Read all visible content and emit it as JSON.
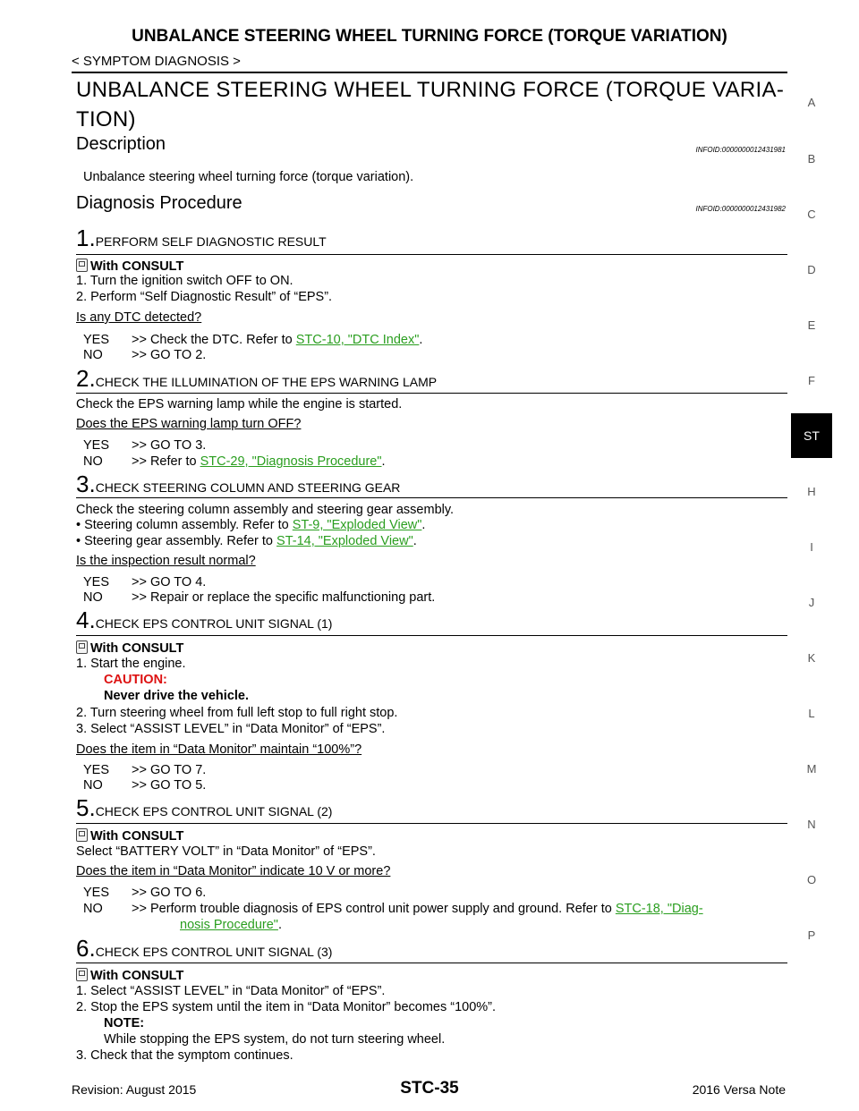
{
  "header": {
    "title": "UNBALANCE STEERING WHEEL TURNING FORCE (TORQUE VARIATION)",
    "breadcrumb": "< SYMPTOM DIAGNOSIS >"
  },
  "page_title_line1": "UNBALANCE STEERING WHEEL TURNING FORCE (TORQUE VARIA-",
  "page_title_line2": "TION)",
  "description": {
    "heading": "Description",
    "infoid": "INFOID:0000000012431981",
    "text": "Unbalance steering wheel turning force (torque variation)."
  },
  "procedure": {
    "heading": "Diagnosis Procedure",
    "infoid": "INFOID:0000000012431982"
  },
  "steps": {
    "s1": {
      "num": "1.",
      "title": "PERFORM SELF DIAGNOSTIC RESULT",
      "consult": "With CONSULT",
      "l1": "1.   Turn the ignition switch OFF to ON.",
      "l2": "2.   Perform “Self Diagnostic Result” of “EPS”.",
      "question": "Is any DTC detected?",
      "yes_lbl": "YES",
      "yes_text": ">> Check the DTC. Refer to ",
      "yes_link": "STC-10, \"DTC Index\"",
      "no_lbl": "NO",
      "no_text": ">> GO TO 2."
    },
    "s2": {
      "num": "2.",
      "title": "CHECK THE ILLUMINATION OF THE EPS WARNING LAMP",
      "l1": "Check the EPS warning lamp while the engine is started.",
      "question": "Does the EPS warning lamp turn OFF?",
      "yes_lbl": "YES",
      "yes_text": ">> GO TO 3.",
      "no_lbl": "NO",
      "no_text": ">> Refer to ",
      "no_link": "STC-29, \"Diagnosis Procedure\""
    },
    "s3": {
      "num": "3.",
      "title": "CHECK STEERING COLUMN AND STEERING GEAR",
      "l1": "Check the steering column assembly and steering gear assembly.",
      "b1": "•  Steering column assembly. Refer to ",
      "b1_link": "ST-9, \"Exploded View\"",
      "b2": "•  Steering gear assembly. Refer to ",
      "b2_link": "ST-14, \"Exploded View\"",
      "question": "Is the inspection result normal?",
      "yes_lbl": "YES",
      "yes_text": ">> GO TO 4.",
      "no_lbl": "NO",
      "no_text": ">> Repair or replace the specific malfunctioning part."
    },
    "s4": {
      "num": "4.",
      "title": "CHECK EPS CONTROL UNIT SIGNAL (1)",
      "consult": "With CONSULT",
      "l1": "1.   Start the engine.",
      "caution": "CAUTION:",
      "caution_text": "Never drive the vehicle.",
      "l2": "2.   Turn steering wheel from full left stop to full right stop.",
      "l3": "3.   Select “ASSIST LEVEL” in “Data Monitor” of “EPS”.",
      "question": "Does the item in “Data Monitor” maintain “100%”?",
      "yes_lbl": "YES",
      "yes_text": ">> GO TO 7.",
      "no_lbl": "NO",
      "no_text": ">> GO TO 5."
    },
    "s5": {
      "num": "5.",
      "title": "CHECK EPS CONTROL UNIT SIGNAL (2)",
      "consult": "With CONSULT",
      "l1": "Select “BATTERY VOLT” in “Data Monitor” of “EPS”.",
      "question": "Does the item in “Data Monitor” indicate 10 V or more?",
      "yes_lbl": "YES",
      "yes_text": ">> GO TO 6.",
      "no_lbl": "NO",
      "no_text": ">> Perform trouble diagnosis of EPS control unit power supply and ground. Refer to ",
      "no_link1": "STC-18, \"Diag-",
      "no_link2": "nosis Procedure\""
    },
    "s6": {
      "num": "6.",
      "title": "CHECK EPS CONTROL UNIT SIGNAL (3)",
      "consult": "With CONSULT",
      "l1": "1.   Select “ASSIST LEVEL” in “Data Monitor” of “EPS”.",
      "l2": "2.   Stop the EPS system until the item in “Data Monitor” becomes “100%”.",
      "note": "NOTE:",
      "note_text": "While stopping the EPS system, do not turn steering wheel.",
      "l3": "3.   Check that the symptom continues."
    }
  },
  "side_index": [
    "A",
    "B",
    "C",
    "D",
    "E",
    "F",
    "H",
    "I",
    "J",
    "K",
    "L",
    "M",
    "N",
    "O",
    "P"
  ],
  "side_tab": "ST",
  "footer": {
    "revision": "Revision: August 2015",
    "page": "STC-35",
    "model": "2016 Versa Note"
  }
}
